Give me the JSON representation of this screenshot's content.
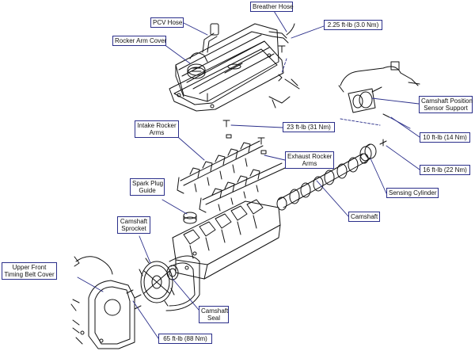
{
  "colors": {
    "callout_border": "#2b2f8a",
    "leader": "#2b2f8a",
    "line_art": "#111111",
    "background": "#ffffff"
  },
  "callouts": {
    "breather_hose": {
      "lines": [
        "Breather Hose"
      ]
    },
    "pcv_hose": {
      "lines": [
        "PCV Hose"
      ]
    },
    "torque_2_25": {
      "lines": [
        "2.25 ft-lb (3.0 Nm)"
      ]
    },
    "rocker_arm_cover": {
      "lines": [
        "Rocker Arm Cover"
      ]
    },
    "camshaft_position_sensor_support": {
      "lines": [
        "Camshaft Position",
        "Sensor Support"
      ]
    },
    "intake_rocker_arms": {
      "lines": [
        "Intake Rocker",
        "Arms"
      ]
    },
    "torque_23": {
      "lines": [
        "23 ft-lb (31 Nm)"
      ]
    },
    "torque_10": {
      "lines": [
        "10 ft-lb (14 Nm)"
      ]
    },
    "exhaust_rocker_arms": {
      "lines": [
        "Exhaust Rocker",
        "Arms"
      ]
    },
    "torque_16": {
      "lines": [
        "16 ft-lb (22 Nm)"
      ]
    },
    "spark_plug_guide": {
      "lines": [
        "Spark Plug",
        "Guide"
      ]
    },
    "sensing_cylinder": {
      "lines": [
        "Sensing Cylinder"
      ]
    },
    "camshaft": {
      "lines": [
        "Camshaft"
      ]
    },
    "camshaft_sprocket": {
      "lines": [
        "Camshaft",
        "Sprocket"
      ]
    },
    "upper_front_timing_belt_cover": {
      "lines": [
        "Upper Front",
        "Timing Belt Cover"
      ]
    },
    "camshaft_seal": {
      "lines": [
        "Camshaft",
        "Seal"
      ]
    },
    "torque_65": {
      "lines": [
        "65 ft-lb (88 Nm)"
      ]
    }
  }
}
